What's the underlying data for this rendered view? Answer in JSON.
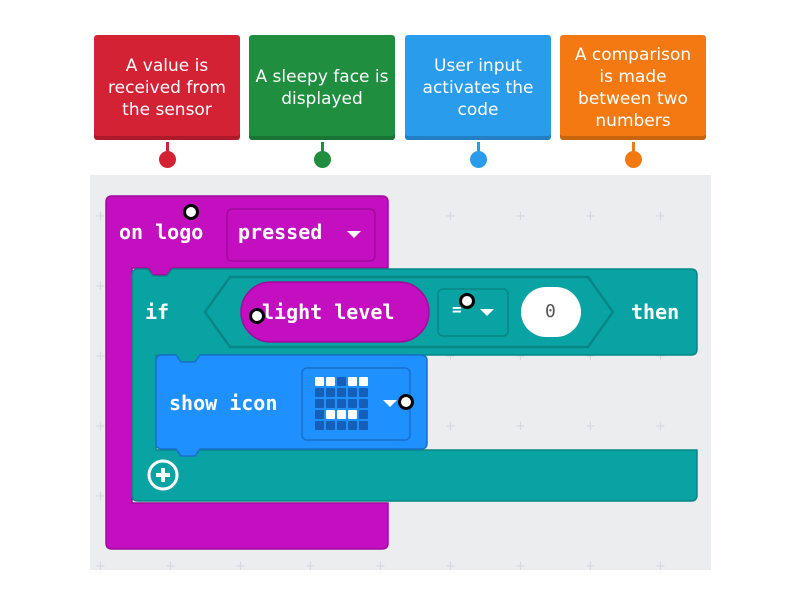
{
  "cards": [
    {
      "text": "A value is received from the sensor",
      "color": "#d42235",
      "pin_color": "#d42235"
    },
    {
      "text": "A sleepy face is displayed",
      "color": "#1f8f3f",
      "pin_color": "#1f8f3f"
    },
    {
      "text": "User input activates the code",
      "color": "#2a9cec",
      "pin_color": "#2a9cec"
    },
    {
      "text": "A comparison is made between two numbers",
      "color": "#f57912",
      "pin_color": "#f57912"
    }
  ],
  "blocks": {
    "event": {
      "prefix": "on logo",
      "dropdown": "pressed",
      "color": "#c40fc1"
    },
    "if_block": {
      "if_label": "if",
      "then_label": "then",
      "color": "#0aa3a3"
    },
    "compare": {
      "operator": "=",
      "value": "0"
    },
    "sensor": {
      "label": "light level"
    },
    "show_icon": {
      "label": "show icon",
      "color": "#1e90ff"
    }
  },
  "colors": {
    "workspace": "#ebedef",
    "event_dark": "#9e0c9b",
    "logic_dark": "#078686",
    "basic_dark": "#186fcc"
  }
}
